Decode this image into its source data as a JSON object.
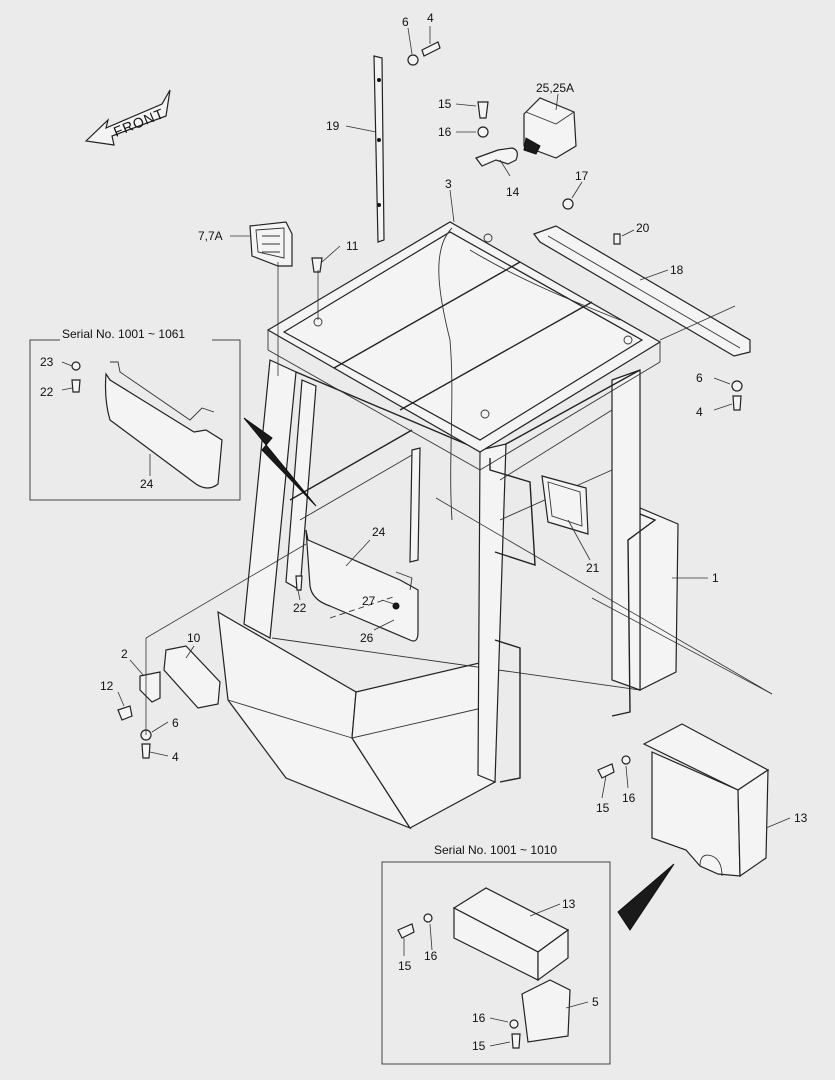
{
  "diagram": {
    "front_label": "FRONT",
    "insets": {
      "sun_visor": {
        "title": "Serial No. 1001 ~ 1061"
      },
      "tool_box": {
        "title": "Serial No. 1001 ~ 1010"
      }
    },
    "callouts": {
      "c1": "1",
      "c2": "2",
      "c3": "3",
      "c4a": "4",
      "c4b": "4",
      "c4c": "4",
      "c5": "5",
      "c6a": "6",
      "c6b": "6",
      "c6c": "6",
      "c7": "7,7A",
      "c10": "10",
      "c11": "11",
      "c12": "12",
      "c13a": "13",
      "c13b": "13",
      "c14": "14",
      "c15a": "15",
      "c15b": "15",
      "c15c": "15",
      "c15d": "15",
      "c16a": "16",
      "c16b": "16",
      "c16c": "16",
      "c16d": "16",
      "c17": "17",
      "c18": "18",
      "c19": "19",
      "c20": "20",
      "c21": "21",
      "c22a": "22",
      "c22b": "22",
      "c23": "23",
      "c24a": "24",
      "c24b": "24",
      "c25": "25,25A",
      "c26": "26",
      "c27": "27"
    }
  }
}
